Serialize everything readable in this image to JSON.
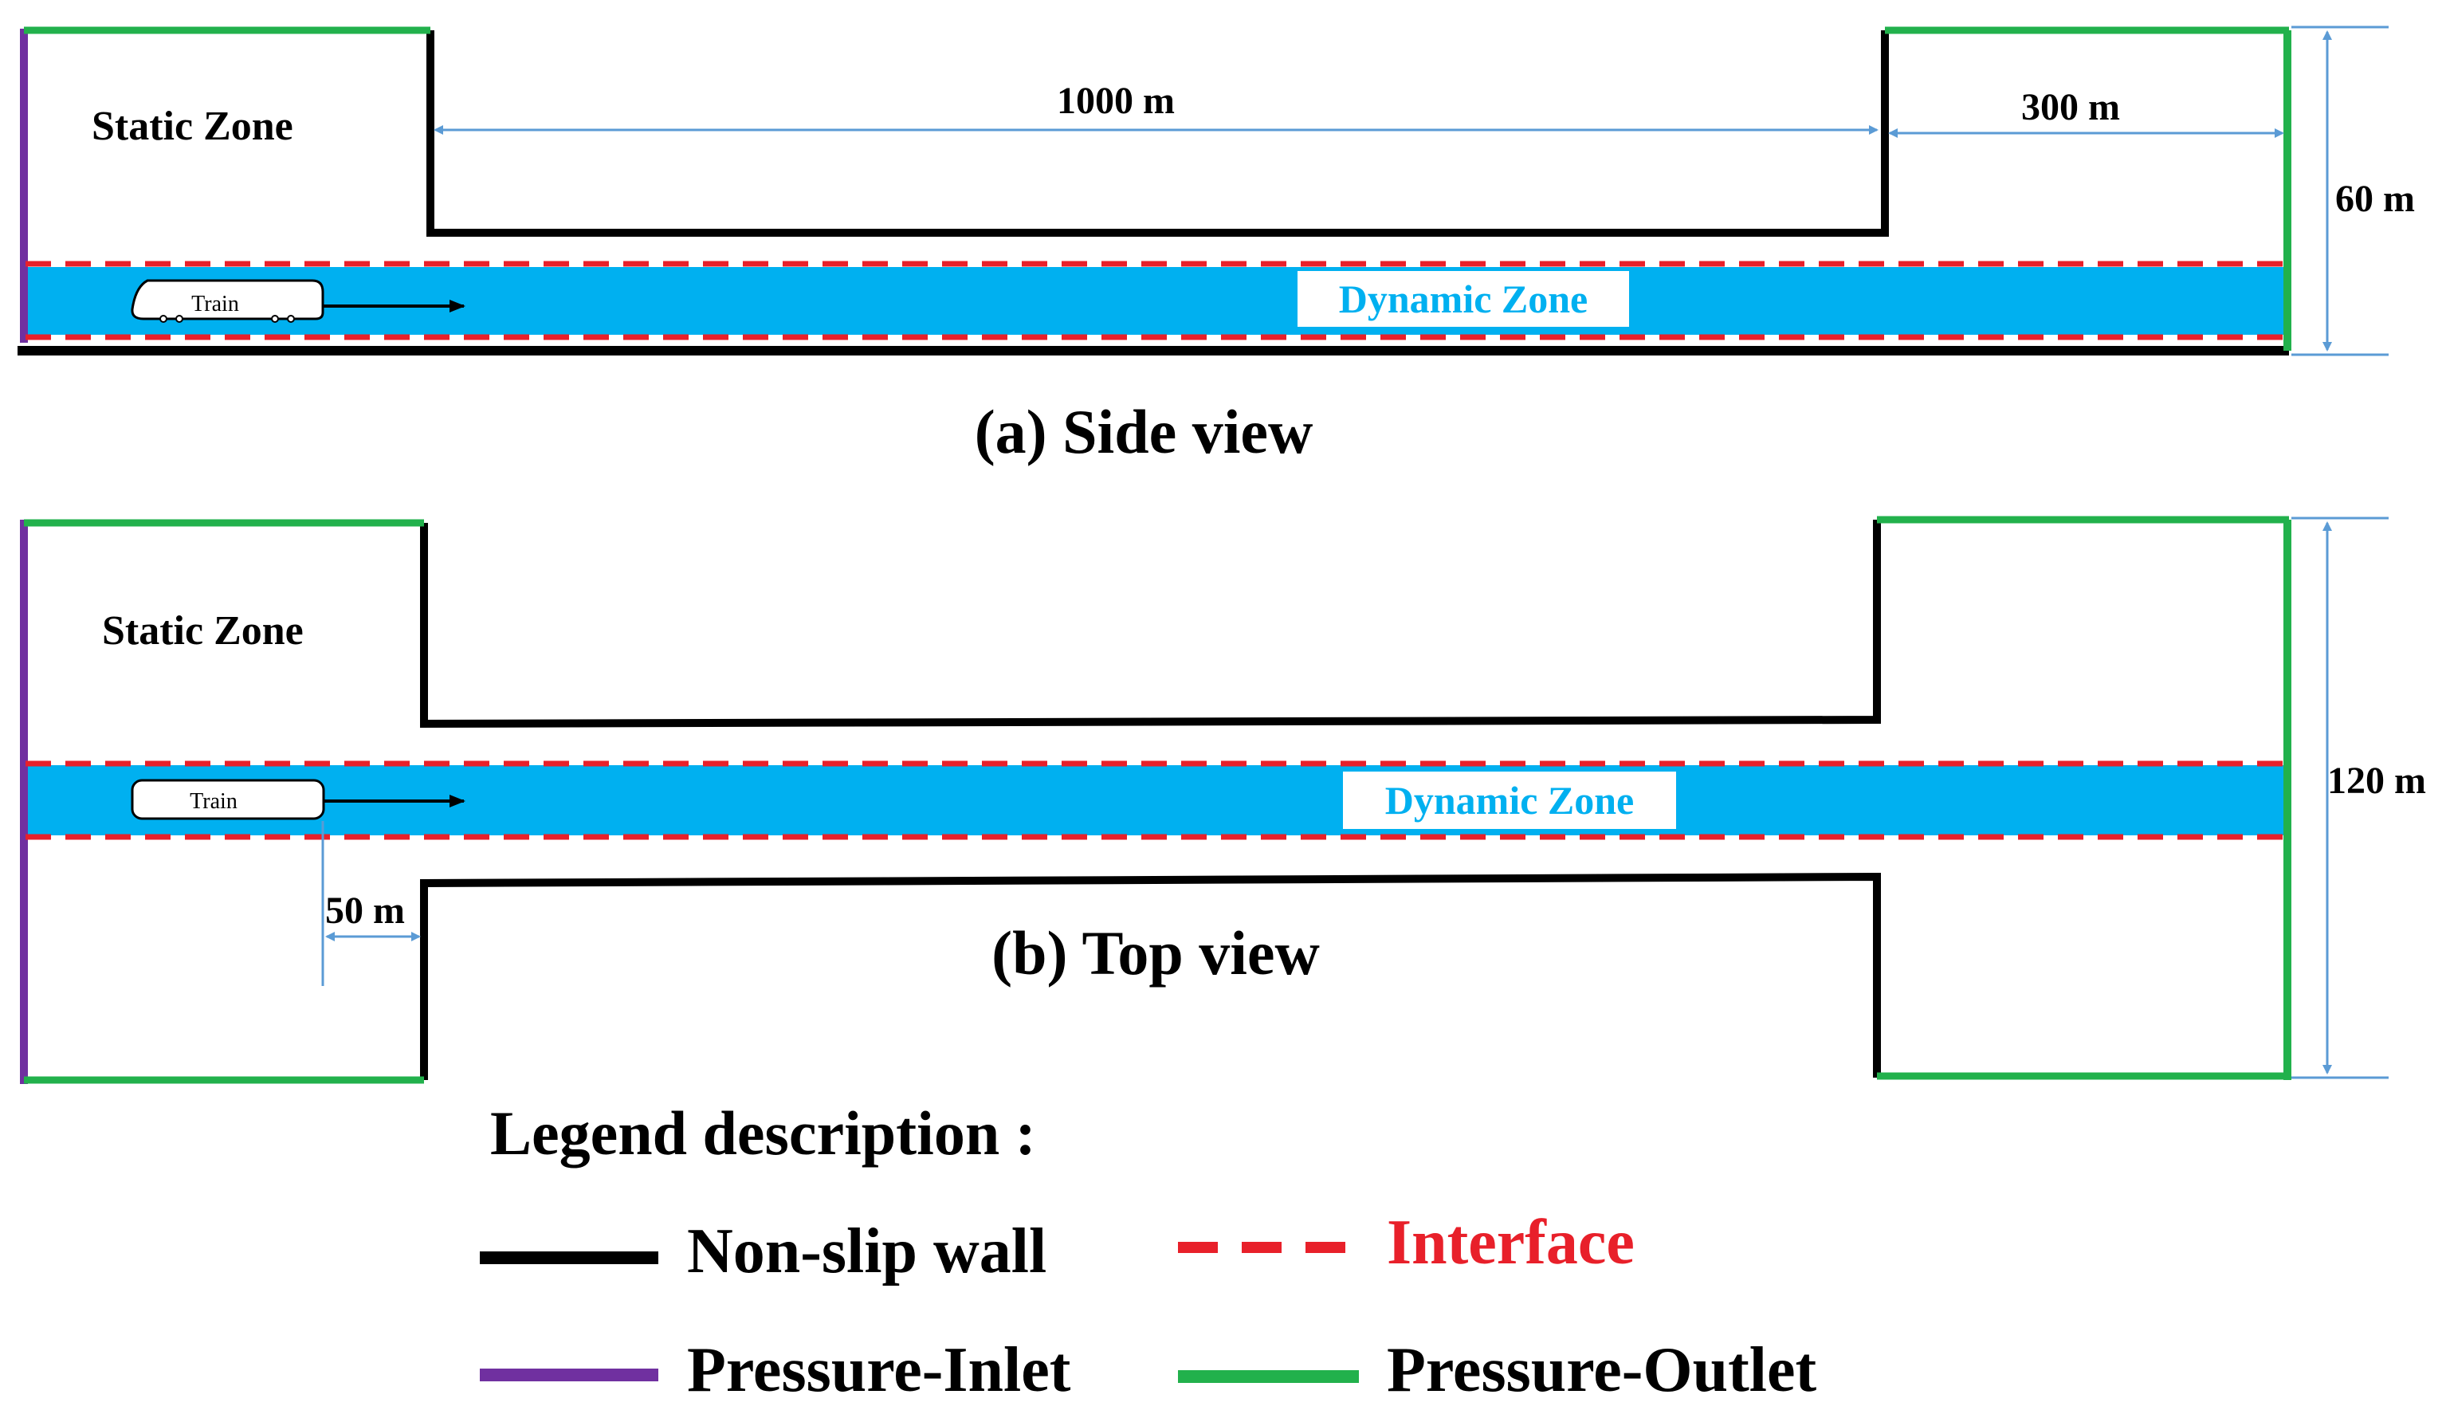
{
  "colors": {
    "wall": "#000000",
    "inlet": "#7030A0",
    "outlet": "#22B14C",
    "interface": "#E8202A",
    "dynamic_zone": "#00B0F0",
    "dimension": "#5B9BD5"
  },
  "side_view": {
    "static_zone_label": "Static Zone",
    "dynamic_zone_label": "Dynamic Zone",
    "train_label": "Train",
    "dim_length": "1000 m",
    "dim_outlet_length": "300 m",
    "dim_height": "60 m",
    "caption": "(a) Side view"
  },
  "top_view": {
    "static_zone_label": "Static Zone",
    "dynamic_zone_label": "Dynamic Zone",
    "train_label": "Train",
    "dim_offset": "50 m",
    "dim_width": "120 m",
    "caption": "(b) Top view"
  },
  "legend": {
    "title": "Legend description :",
    "items": [
      {
        "label": "Non-slip wall",
        "style": "solid",
        "color_key": "wall"
      },
      {
        "label": "Interface",
        "style": "dashed",
        "color_key": "interface"
      },
      {
        "label": "Pressure-Inlet",
        "style": "solid",
        "color_key": "inlet"
      },
      {
        "label": "Pressure-Outlet",
        "style": "solid",
        "color_key": "outlet"
      }
    ]
  }
}
